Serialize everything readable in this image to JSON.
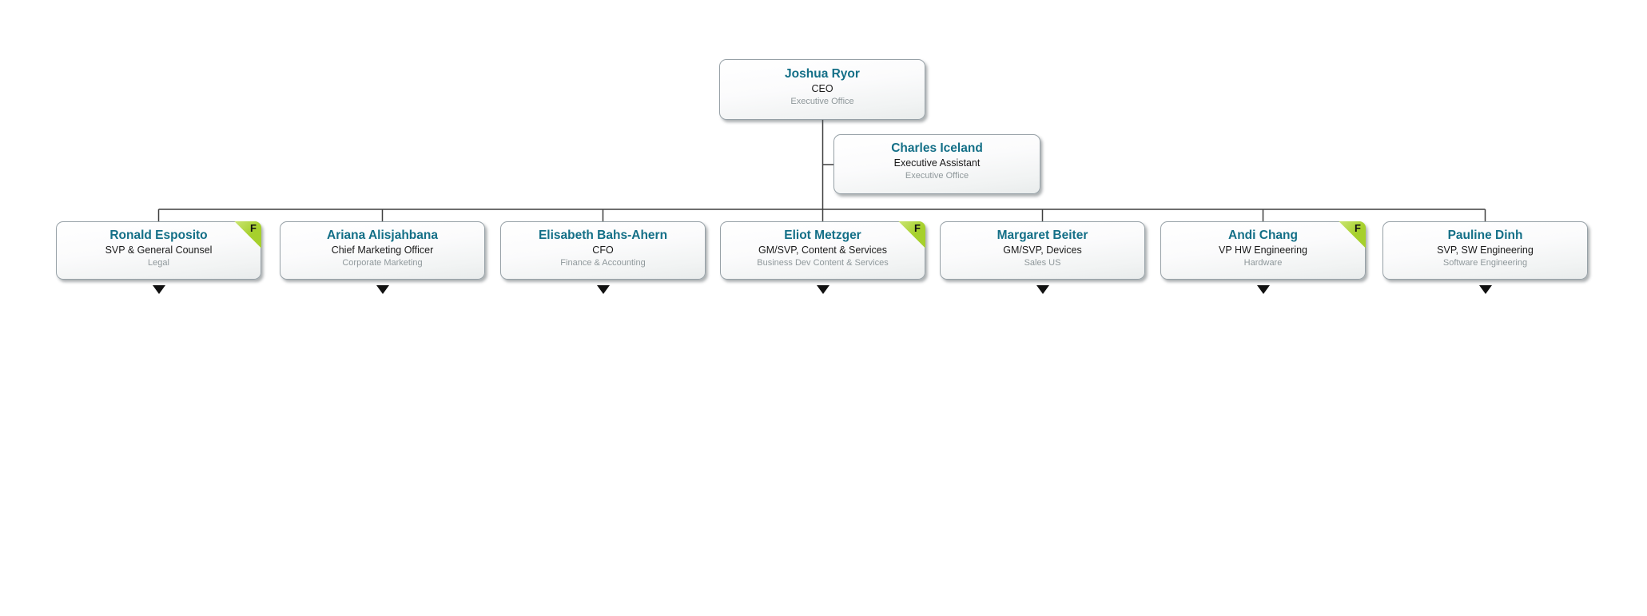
{
  "theme": {
    "accent": "#136f87",
    "badge-green": "#a6d02c",
    "connector": "#3f3f3f",
    "node-border": "#97a1a7",
    "title-color": "#1a1a1a",
    "dept-color": "#8f989b"
  },
  "nodes": [
    {
      "name": "Joshua Ryor",
      "title": "CEO",
      "department": "Executive Office",
      "badge": ""
    },
    {
      "name": "Charles Iceland",
      "title": "Executive Assistant",
      "department": "Executive Office",
      "badge": ""
    },
    {
      "name": "Ronald Esposito",
      "title": "SVP & General Counsel",
      "department": "Legal",
      "badge": "F"
    },
    {
      "name": "Ariana Alisjahbana",
      "title": "Chief Marketing Officer",
      "department": "Corporate Marketing",
      "badge": ""
    },
    {
      "name": "Elisabeth Bahs-Ahern",
      "title": "CFO",
      "department": "Finance & Accounting",
      "badge": ""
    },
    {
      "name": "Eliot Metzger",
      "title": "GM/SVP, Content & Services",
      "department": "Business Dev Content & Services",
      "badge": "F"
    },
    {
      "name": "Margaret Beiter",
      "title": "GM/SVP, Devices",
      "department": "Sales US",
      "badge": ""
    },
    {
      "name": "Andi Chang",
      "title": "VP HW Engineering",
      "department": "Hardware",
      "badge": "F"
    },
    {
      "name": "Pauline Dinh",
      "title": "SVP, SW Engineering",
      "department": "Software Engineering",
      "badge": ""
    }
  ]
}
